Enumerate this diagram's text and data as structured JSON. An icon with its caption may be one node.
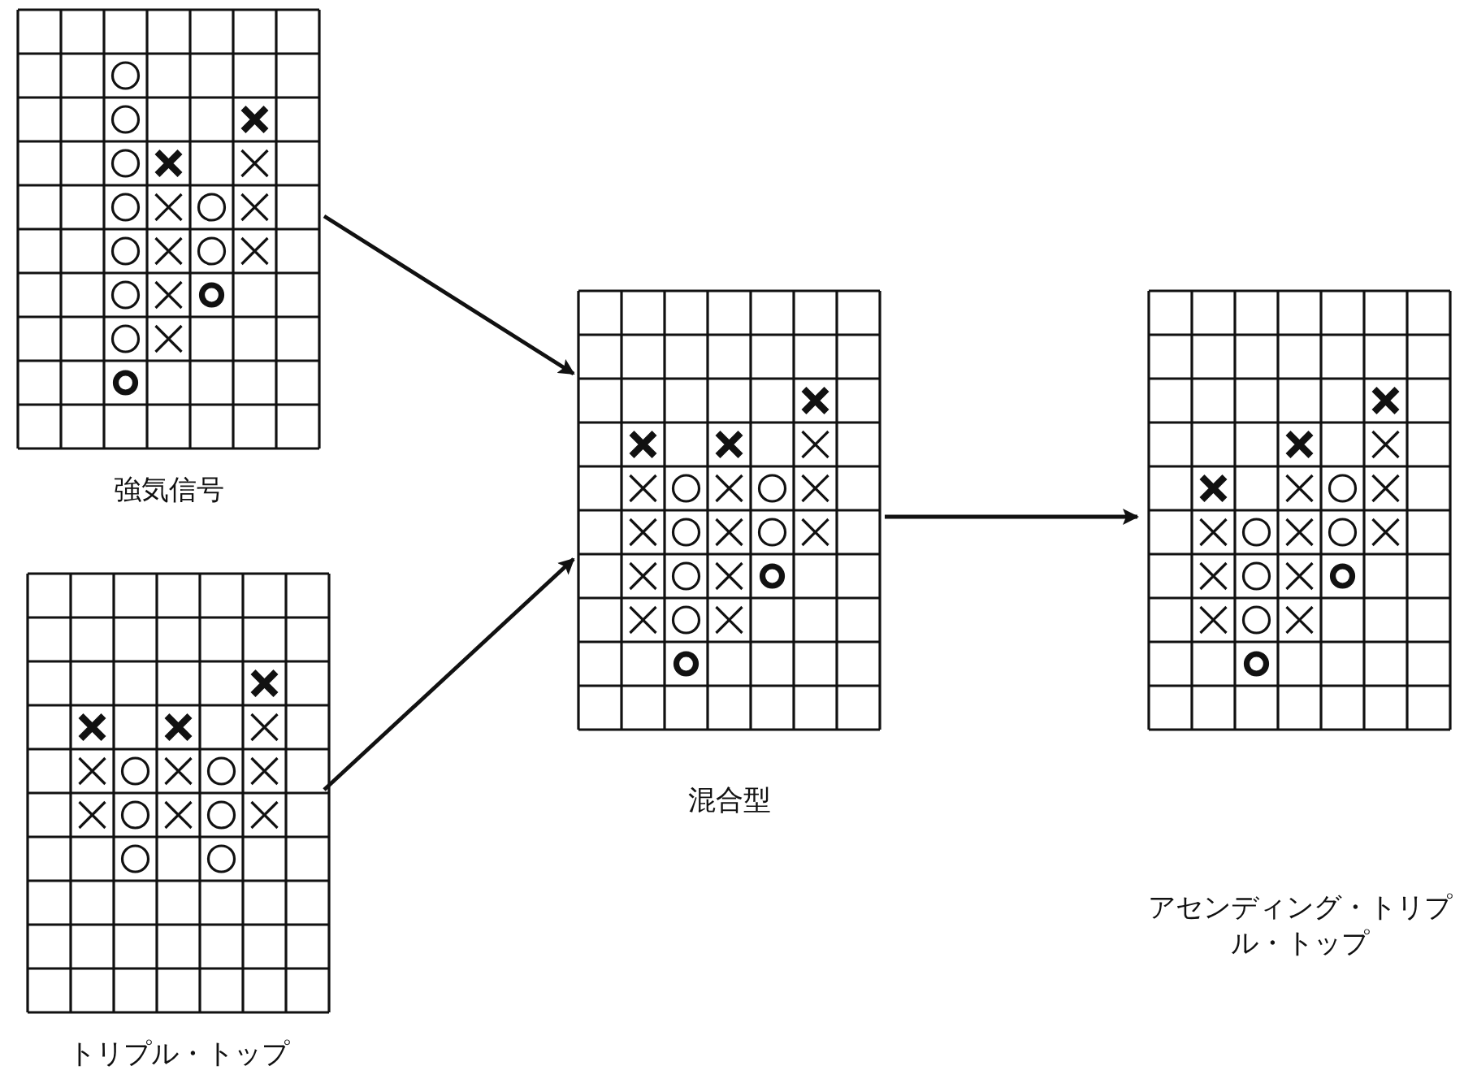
{
  "diagram": {
    "nodes": [
      {
        "text": [
          "強気信号"
        ]
      },
      {
        "text": [
          "トリプル・トップ"
        ]
      },
      {
        "text": [
          "混合型"
        ]
      },
      {
        "text": [
          "アセンディング・トリプル・トップ"
        ]
      }
    ],
    "edges": [
      {
        "from": 0,
        "to": 2,
        "arrow": "to"
      },
      {
        "from": 1,
        "to": 2,
        "arrow": "to"
      },
      {
        "from": 2,
        "to": 3,
        "arrow": "to"
      }
    ]
  }
}
